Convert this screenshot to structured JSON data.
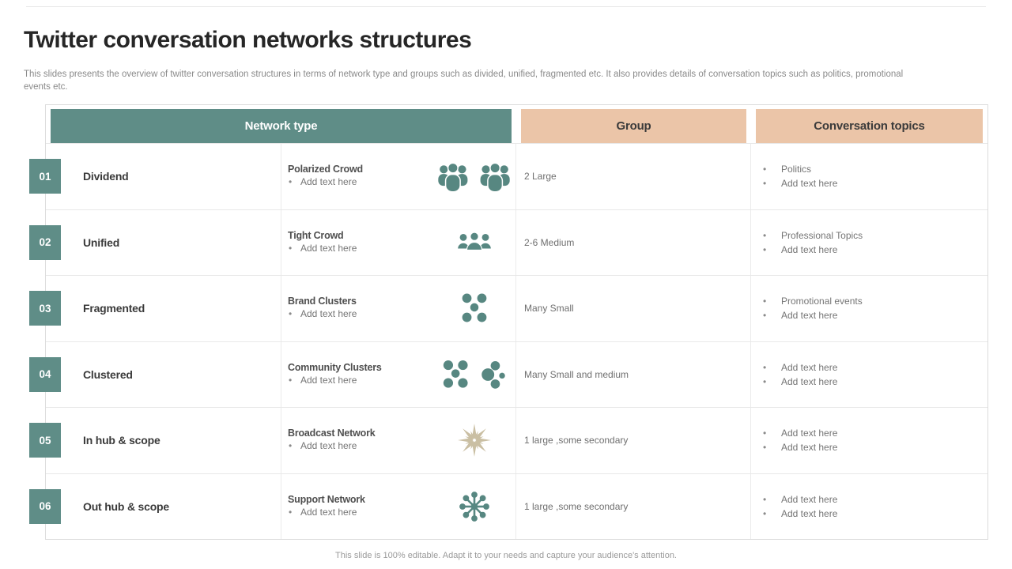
{
  "slide": {
    "title": "Twitter conversation networks structures",
    "subtitle": "This slides presents the overview of twitter conversation structures in terms of network type and groups such as divided, unified, fragmented etc. It also provides details of conversation topics such as politics, promotional events etc.",
    "footer": "This slide is 100% editable. Adapt it to your needs and capture your audience's attention."
  },
  "table": {
    "headers": [
      {
        "label": "Network type",
        "color": "#5f8d87"
      },
      {
        "label": "Group",
        "color": "#ebc5a8"
      },
      {
        "label": "Conversation topics",
        "color": "#ebc5a8"
      }
    ],
    "rows": [
      {
        "number": "01",
        "name": "Dividend",
        "type_label": "Polarized Crowd",
        "type_bullets": [
          "Add text here"
        ],
        "icon": "polarized-crowd-icon",
        "group": "2 Large",
        "topics": [
          "Politics",
          "Add text here"
        ]
      },
      {
        "number": "02",
        "name": "Unified",
        "type_label": "Tight Crowd",
        "type_bullets": [
          "Add text here"
        ],
        "icon": "tight-crowd-icon",
        "group": "2-6 Medium",
        "topics": [
          "Professional Topics",
          "Add text here"
        ]
      },
      {
        "number": "03",
        "name": "Fragmented",
        "type_label": "Brand Clusters",
        "type_bullets": [
          "Add text here"
        ],
        "icon": "brand-clusters-icon",
        "group": "Many Small",
        "topics": [
          "Promotional events",
          "Add text here"
        ]
      },
      {
        "number": "04",
        "name": "Clustered",
        "type_label": "Community Clusters",
        "type_bullets": [
          "Add text here"
        ],
        "icon": "community-clusters-icon",
        "group": "Many Small and medium",
        "topics": [
          "Add text here",
          "Add text here"
        ]
      },
      {
        "number": "05",
        "name": "In hub & scope",
        "type_label": "Broadcast Network",
        "type_bullets": [
          "Add text here"
        ],
        "icon": "broadcast-network-icon",
        "group": "1 large ,some secondary",
        "topics": [
          "Add text here",
          "Add text here"
        ]
      },
      {
        "number": "06",
        "name": "Out hub & scope",
        "type_label": "Support Network",
        "type_bullets": [
          "Add text here"
        ],
        "icon": "support-network-icon",
        "group": "1 large ,some secondary",
        "topics": [
          "Add text here",
          "Add text here"
        ]
      }
    ]
  },
  "colors": {
    "header_teal": "#5f8d87",
    "header_peach": "#ebc5a8",
    "icon_teal": "#578781",
    "icon_tan": "#cabfa3",
    "grid_line": "#e8e8e8"
  }
}
